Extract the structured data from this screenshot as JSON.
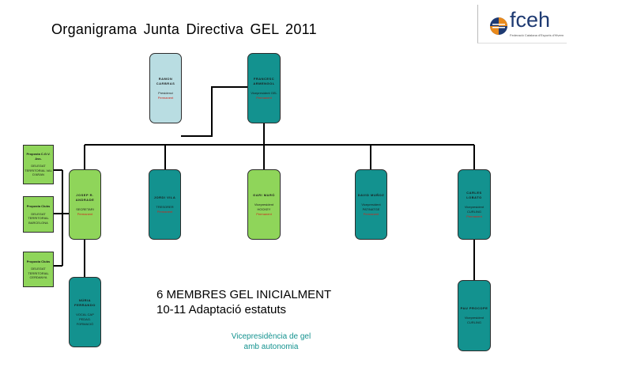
{
  "title": "Organigrama Junta Directiva  GEL 2011",
  "logo": {
    "word": "fceh",
    "sub": "Federació Catalana d'Esports d'Hivern"
  },
  "colors": {
    "teal": "#13928f",
    "green": "#8fd55a",
    "light": "#b9dde2",
    "red": "#d0261b"
  },
  "nodes": {
    "ramon": {
      "name": "RAMON CARBRAS",
      "role": "Presidenci",
      "status": "Permanent"
    },
    "francesc": {
      "name": "FRANCESC ARMENGOL",
      "role": "Vicepresident GEL",
      "status": "Permanent"
    },
    "josep": {
      "name": "JOSEP R. ANDRADE",
      "role": "SECRETARI",
      "status": "Permanent"
    },
    "jordi": {
      "name": "JORDI VILA",
      "role": "TRESORER",
      "status": "Permanent"
    },
    "gari": {
      "name": "GARI MARÓ",
      "role": "Vicepresident HOCKEY",
      "status": "Permanent"
    },
    "david": {
      "name": "DAVID MUÑOZ",
      "role": "Vicepresident PATINATGE",
      "status": "Permanent"
    },
    "carles": {
      "name": "CARLES LOBATO",
      "role": "Vicepresident CURLING",
      "status": "Permanent"
    },
    "nuria": {
      "name": "NÚRIA FERRANDO",
      "role": "VOCAL CAP PEDAG. FORMACIÓ"
    },
    "pau": {
      "name": "PAU PROCOPE",
      "role": "Vicepresident CURLING"
    }
  },
  "side_boxes": [
    {
      "line1": "Proposta C.G.V. Ass.",
      "line2": "DELEGAT TERRITORIAL VAL D'ARAN"
    },
    {
      "line1": "Proposta Clubs",
      "line2": "DELEGAT TERRITORIAL BARCELONA"
    },
    {
      "line1": "Proposta Clubs",
      "line2": "DELEGAT TERRITORIAL CERDANYA"
    }
  ],
  "statement": {
    "line1": "6 MEMBRES GEL INICIALMENT",
    "line2": "10-11 Adaptació estatuts"
  },
  "vice_note": {
    "line1": "Vicepresidència de gel",
    "line2": "amb autonomia"
  }
}
